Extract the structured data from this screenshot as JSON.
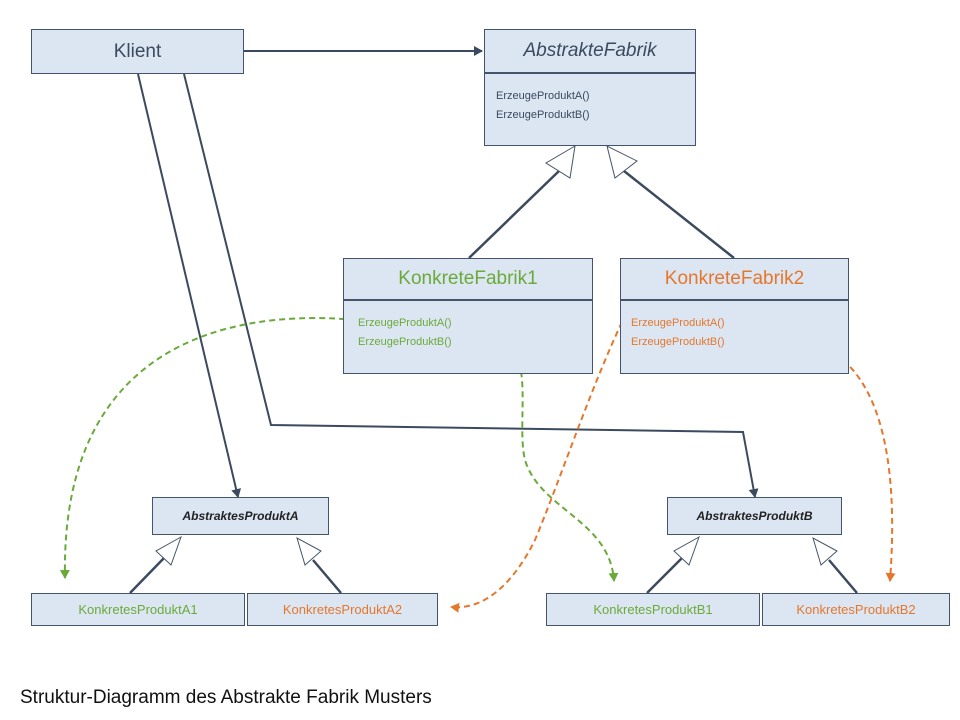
{
  "caption": "Struktur-Diagramm des Abstrakte Fabrik Musters",
  "client": {
    "label": "Klient"
  },
  "abstract_factory": {
    "name": "AbstrakteFabrik",
    "operations": [
      "ErzeugeProduktA()",
      "ErzeugeProduktB()"
    ]
  },
  "concrete_factories": [
    {
      "name": "KonkreteFabrik1",
      "operations": [
        "ErzeugeProduktA()",
        "ErzeugeProduktB()"
      ],
      "color": "#6aaa3a"
    },
    {
      "name": "KonkreteFabrik2",
      "operations": [
        "ErzeugeProduktA()",
        "ErzeugeProduktB()"
      ],
      "color": "#e5772d"
    }
  ],
  "abstract_products": [
    {
      "name": "AbstraktesProduktA"
    },
    {
      "name": "AbstraktesProduktB"
    }
  ],
  "concrete_products": [
    {
      "name": "KonkretesProduktA1",
      "color": "#6aaa3a"
    },
    {
      "name": "KonkretesProduktA2",
      "color": "#e5772d"
    },
    {
      "name": "KonkretesProduktB1",
      "color": "#6aaa3a"
    },
    {
      "name": "KonkretesProduktB2",
      "color": "#e5772d"
    }
  ],
  "colors": {
    "box_fill": "#dce6f2",
    "box_border": "#44546a",
    "factory1": "#6aaa3a",
    "factory2": "#e5772d"
  }
}
